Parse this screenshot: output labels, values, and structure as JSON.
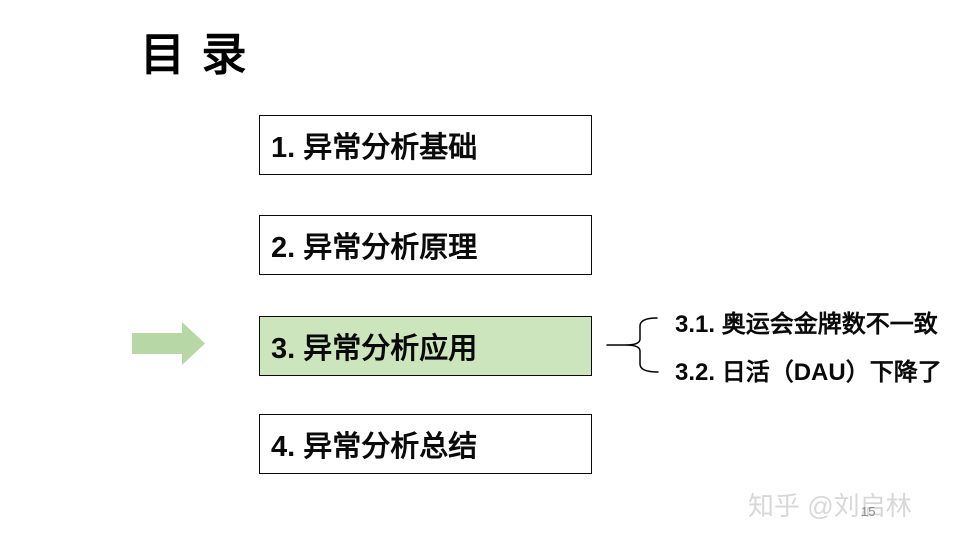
{
  "title": "目 录",
  "toc_items": [
    {
      "label": "1. 异常分析基础",
      "highlighted": false
    },
    {
      "label": "2. 异常分析原理",
      "highlighted": false
    },
    {
      "label": "3. 异常分析应用",
      "highlighted": true
    },
    {
      "label": "4. 异常分析总结",
      "highlighted": false
    }
  ],
  "sub_items": [
    {
      "label": "3.1. 奥运会金牌数不一致"
    },
    {
      "label": "3.2. 日活（DAU）下降了"
    }
  ],
  "footer": {
    "watermark": "知乎 @刘启林",
    "page_number": "15"
  },
  "icons": {
    "arrow": "right-arrow-icon",
    "brace": "curly-brace-branch"
  },
  "colors": {
    "highlight_fill": "#cde5bd",
    "arrow_fill": "#b7d7a6",
    "box_border": "#0a0a0a",
    "watermark_color": "#d8d8d8"
  }
}
